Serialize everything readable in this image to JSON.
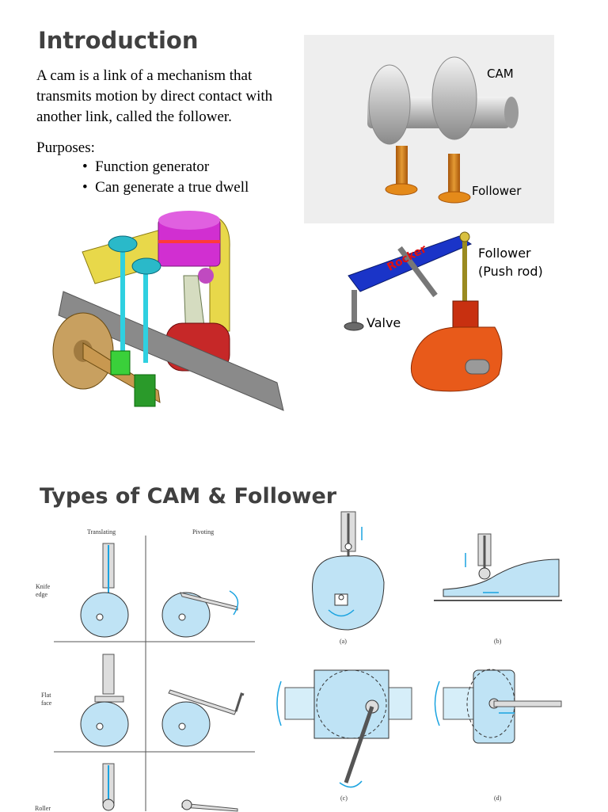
{
  "section1": {
    "title": "Introduction",
    "paragraph": [
      "A cam is a link of a mechanism that",
      "transmits motion by direct contact with",
      "another link, called the follower."
    ],
    "purposes_label": "Purposes:",
    "bullets": [
      "Function generator",
      "Can generate a true dwell"
    ]
  },
  "figure1": {
    "cam_label": "CAM",
    "follower_label": "Follower"
  },
  "figure2": {
    "rocker_label": "Rocker",
    "follower_label_1": "Follower",
    "follower_label_2": "(Push rod)",
    "valve_label": "Valve"
  },
  "section2": {
    "title": "Types of CAM & Follower"
  },
  "types_table": {
    "col_headers": [
      "Translating",
      "Pivoting"
    ],
    "row_headers": [
      "Knife\nedge",
      "Flat\nface",
      "Roller"
    ]
  },
  "diagram_captions": [
    "(a)",
    "(b)",
    "(c)",
    "(d)"
  ],
  "colors": {
    "light_blue": "#bfe3f5",
    "cyan_accent": "#1aa3e0",
    "heading": "#404040"
  }
}
